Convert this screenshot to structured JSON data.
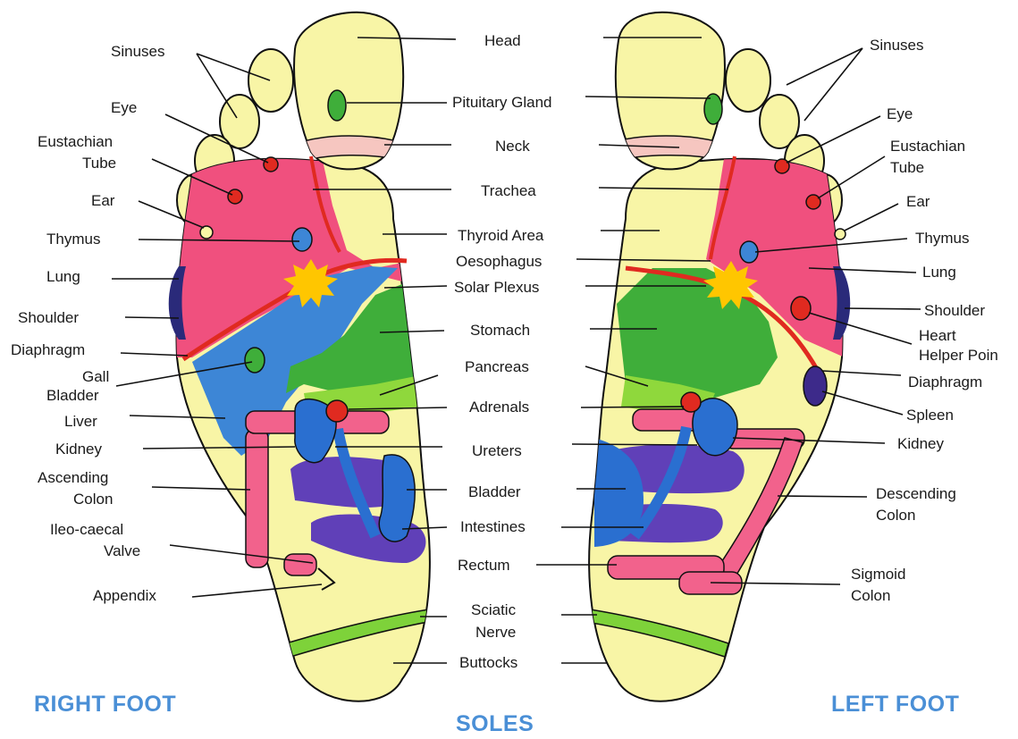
{
  "titles": {
    "right_foot": "RIGHT FOOT",
    "left_foot": "LEFT FOOT",
    "soles": "SOLES"
  },
  "left_labels": {
    "sinuses": "Sinuses",
    "eye": "Eye",
    "eustachian": "Eustachian",
    "tube": "Tube",
    "ear": "Ear",
    "thymus": "Thymus",
    "lung": "Lung",
    "shoulder": "Shoulder",
    "diaphragm": "Diaphragm",
    "gall": "Gall",
    "bladder": "Bladder",
    "liver": "Liver",
    "kidney": "Kidney",
    "ascending": "Ascending",
    "colon": "Colon",
    "ileo": "Ileo-caecal",
    "valve": "Valve",
    "appendix": "Appendix"
  },
  "center_labels": {
    "head": "Head",
    "pituitary": "Pituitary Gland",
    "neck": "Neck",
    "trachea": "Trachea",
    "thyroid": "Thyroid Area",
    "oesophagus": "Oesophagus",
    "solar": "Solar Plexus",
    "stomach": "Stomach",
    "pancreas": "Pancreas",
    "adrenals": "Adrenals",
    "ureters": "Ureters",
    "bladder": "Bladder",
    "intestines": "Intestines",
    "rectum": "Rectum",
    "sciatic": "Sciatic",
    "nerve": "Nerve",
    "buttocks": "Buttocks"
  },
  "right_labels": {
    "sinuses": "Sinuses",
    "eye": "Eye",
    "eustachian": "Eustachian",
    "tube": "Tube",
    "ear": "Ear",
    "thymus": "Thymus",
    "lung": "Lung",
    "shoulder": "Shoulder",
    "heart": "Heart",
    "helper": "Helper Poin",
    "diaphragm": "Diaphragm",
    "spleen": "Spleen",
    "kidney": "Kidney",
    "descending": "Descending",
    "colon": "Colon",
    "sigmoid": "Sigmoid",
    "sigmoid_colon": "Colon"
  },
  "colors": {
    "foot": "#f8f5a6",
    "outline": "#111111",
    "lung": "#f0507e",
    "liver": "#3d86d6",
    "stomach": "#3fae3a",
    "pancreas": "#8fd83c",
    "intestines": "#6040b8",
    "colon": "#f2628c",
    "kidney": "#2a6fd0",
    "red": "#e02a20",
    "shoulder": "#2a2a7a",
    "solar": "#ffc600",
    "neck": "#f6c6c0",
    "sciatic": "#7ed23a",
    "title": "#4a8fd6"
  },
  "icons": [
    "solar-plexus-starburst",
    "pituitary-dot",
    "kidney-shape"
  ]
}
